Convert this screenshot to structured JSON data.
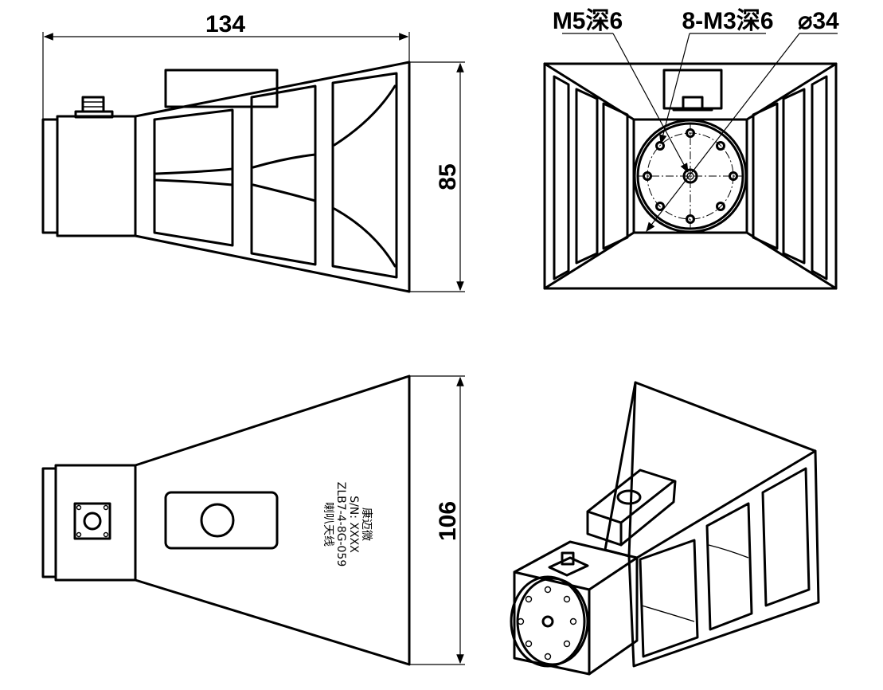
{
  "side_view": {
    "length_dim": "134",
    "height_dim": "85"
  },
  "front_view": {
    "callout_m5": "M5深6",
    "callout_m3": "8-M3深6",
    "callout_dia": "⌀34"
  },
  "top_view": {
    "width_dim": "106",
    "nameplate": {
      "line1": "喇叭天线",
      "line2": "ZLB7-4-8G-059",
      "line3": "S/N: XXXX",
      "line4": "康迈微"
    }
  }
}
